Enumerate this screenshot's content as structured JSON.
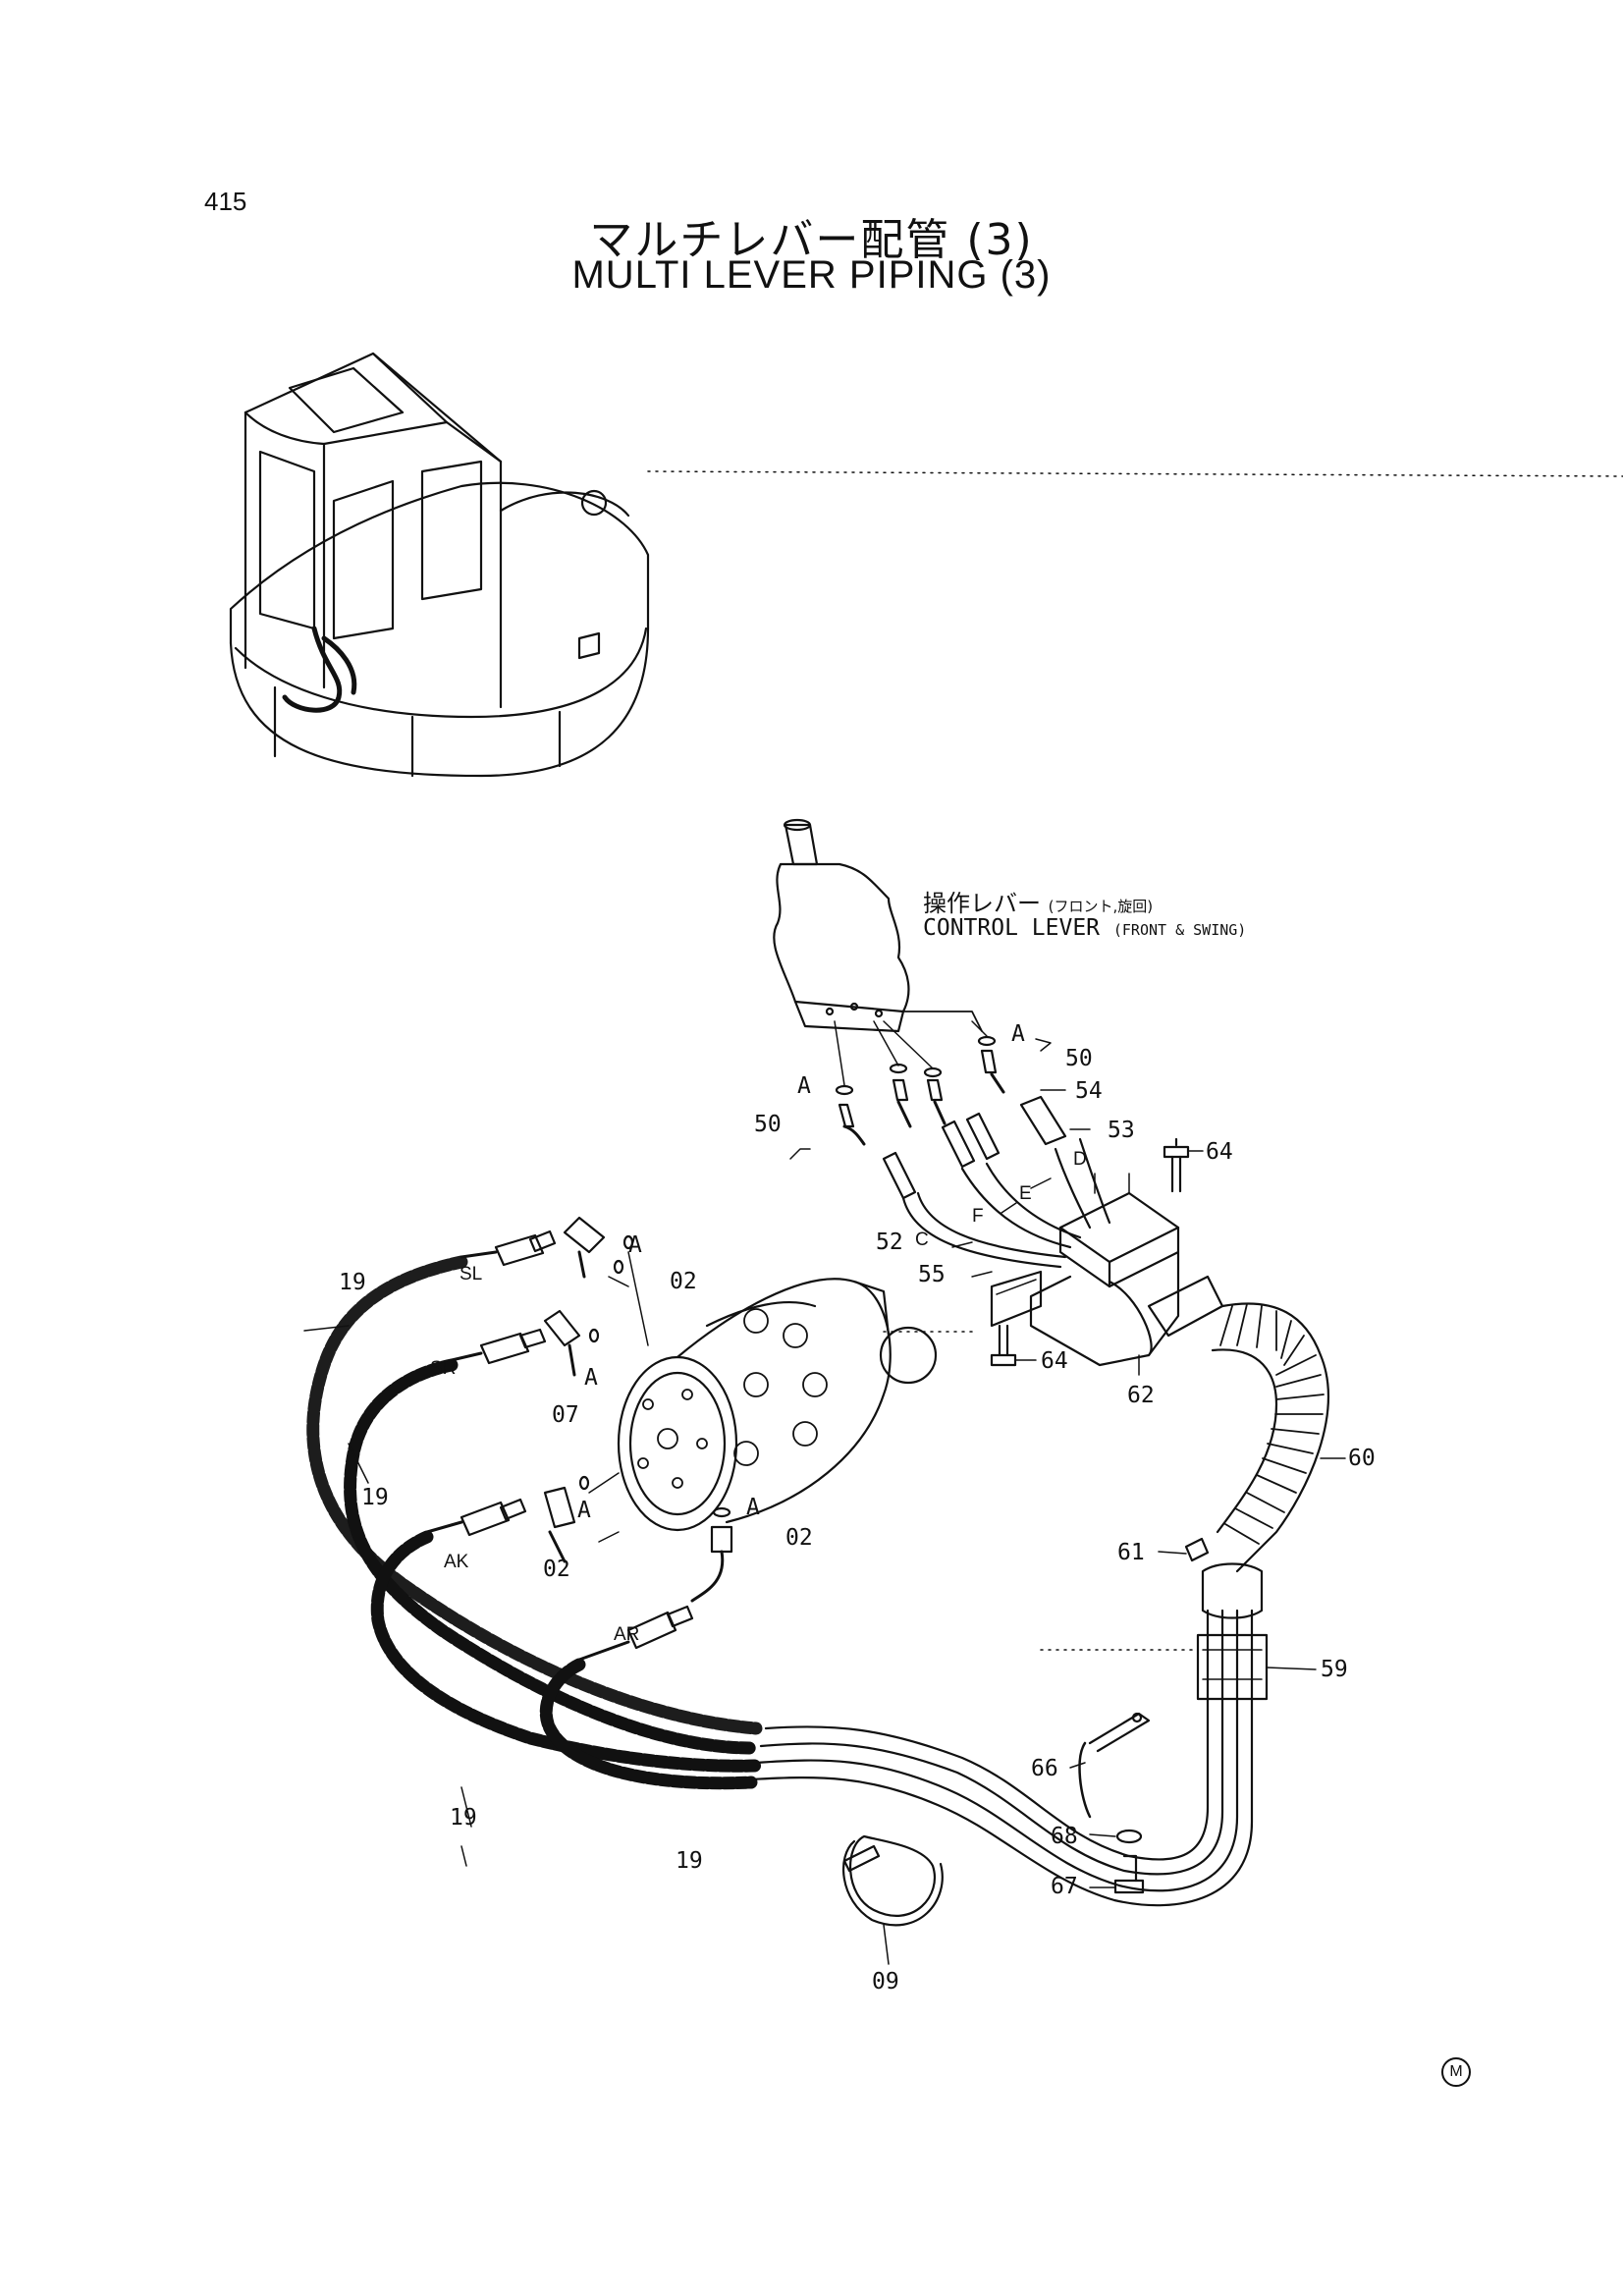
{
  "page_number": "415",
  "title_jp": "マルチレバー配管 (3)",
  "title_en": "MULTI LEVER PIPING (3)",
  "control_lever": {
    "jp": "操作レバー",
    "jp_sub": "(フロント,旋回)",
    "en": "CONTROL LEVER",
    "en_sub": "(FRONT & SWING)"
  },
  "part_labels": {
    "p50a": "50",
    "p50b": "50",
    "p54": "54",
    "p53": "53",
    "p64a": "64",
    "p64b": "64",
    "p52": "52",
    "p55": "55",
    "p62": "62",
    "p60": "60",
    "p61": "61",
    "p59": "59",
    "p66": "66",
    "p68": "68",
    "p67": "67",
    "p09": "09",
    "p02a": "02",
    "p02b": "02",
    "p02c": "02",
    "p07": "07",
    "p19a": "19",
    "p19b": "19",
    "p19c": "19",
    "p19d": "19"
  },
  "port_labels": {
    "A1": "A",
    "A2": "A",
    "A3": "A",
    "A4": "A",
    "A5": "A",
    "A6": "A",
    "C": "C",
    "D": "D",
    "E": "E",
    "F": "F",
    "SL": "SL",
    "SR": "SR",
    "AK": "AK",
    "AR": "AR"
  },
  "mark": "M"
}
